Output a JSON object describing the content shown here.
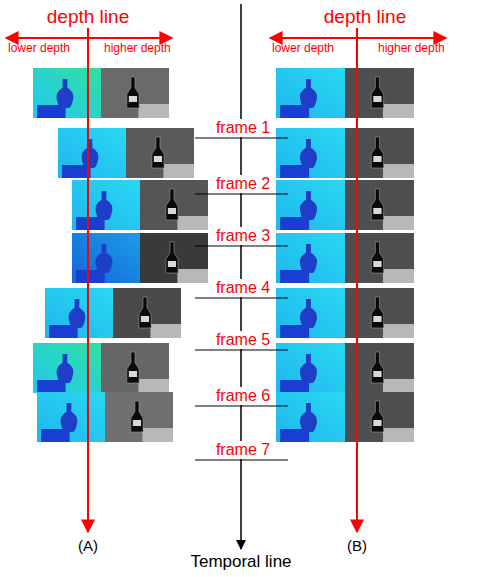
{
  "diagram": {
    "labels": [
      "depth line",
      "lower depth",
      "higher depth",
      "depth line",
      "lower depth",
      "higher depth",
      "frame 1",
      "frame 2",
      "frame 3",
      "frame 4",
      "frame 5",
      "frame 6",
      "frame 7",
      "(A)",
      "(B)",
      "Temporal line"
    ]
  }
}
